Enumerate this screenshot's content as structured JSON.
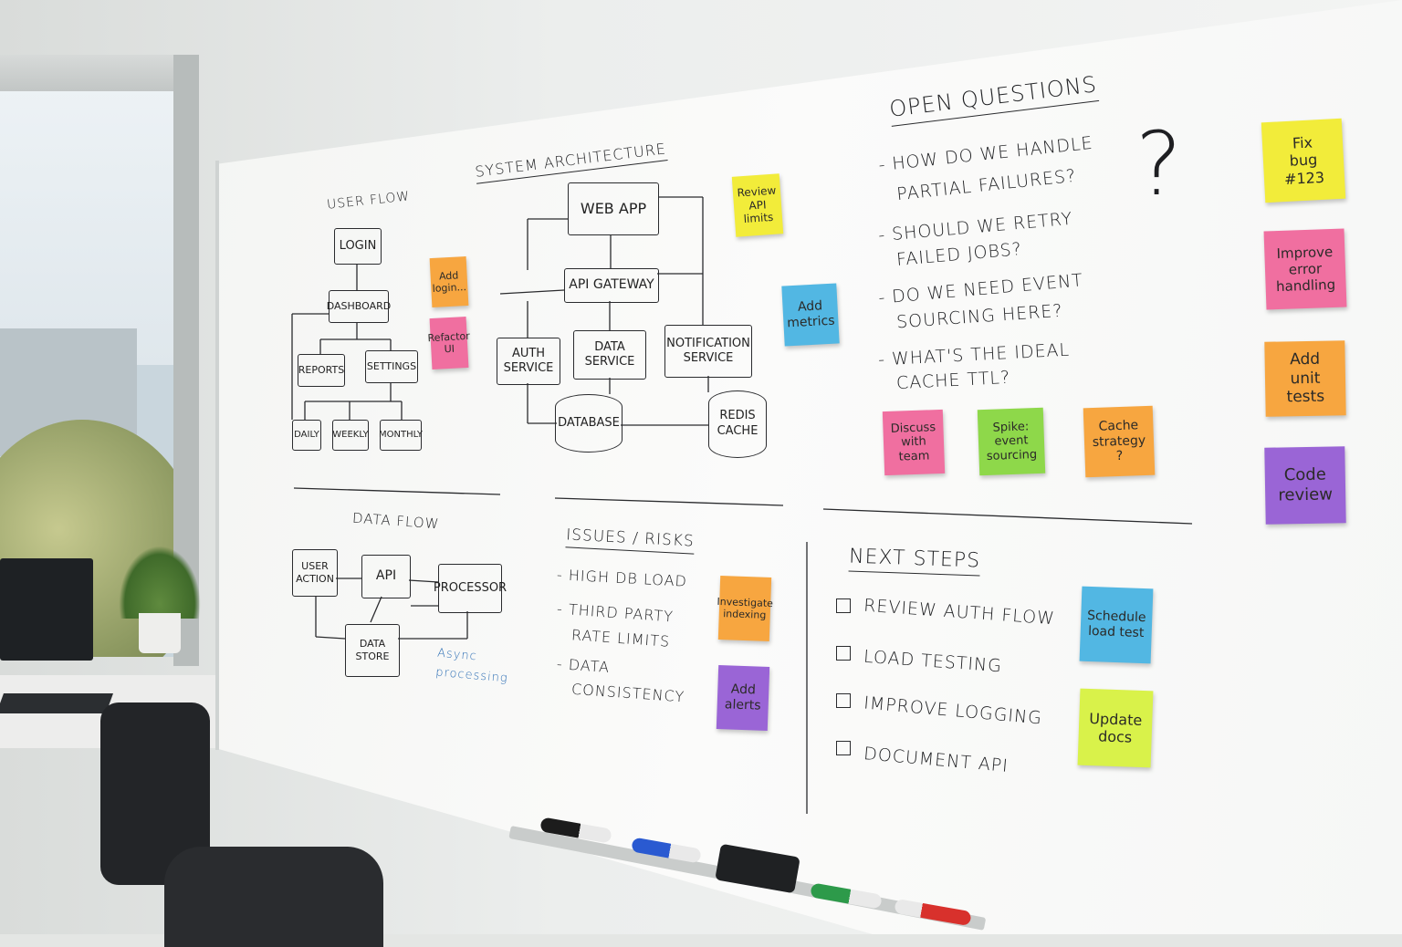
{
  "colors": {
    "note_yellow": "#f2ec3a",
    "note_orange": "#f7a640",
    "note_pink": "#f06fa0",
    "note_blue": "#52b7e3",
    "note_green": "#8ed84a",
    "note_purple": "#9a65d6",
    "note_lime": "#d9f24a",
    "marker_black": "#1c1c1c",
    "marker_blue": "#2a5ad1",
    "marker_green": "#2d9a4a",
    "marker_red": "#d8312c",
    "async_text": "#2e6fb5"
  },
  "user_flow": {
    "title": "USER FLOW",
    "login": "LOGIN",
    "dashboard": "DASHBOARD",
    "reports": "REPORTS",
    "settings": "SETTINGS",
    "daily": "DAILY",
    "weekly": "WEEKLY",
    "monthly": "MONTHLY",
    "note_add_login": "Add\nlogin...",
    "note_refactor_ui": "Refactor\nUI"
  },
  "architecture": {
    "title": "SYSTEM ARCHITECTURE",
    "web_app": "WEB APP",
    "api_gateway": "API GATEWAY",
    "auth_service": "AUTH SERVICE",
    "data_service": "DATA SERVICE",
    "notification_service": "NOTIFICATION SERVICE",
    "database": "DATABASE",
    "redis_cache": "REDIS CACHE",
    "note_review_api": "Review\nAPI\nlimits",
    "note_add_metrics": "Add\nmetrics"
  },
  "open_questions": {
    "title": "OPEN QUESTIONS",
    "q1_line1": "- HOW DO WE HANDLE",
    "q1_line2": "PARTIAL FAILURES?",
    "q2_line1": "- SHOULD WE RETRY",
    "q2_line2": "FAILED JOBS?",
    "q3_line1": "- DO WE NEED EVENT",
    "q3_line2": "SOURCING HERE?",
    "q4_line1": "- WHAT'S THE IDEAL",
    "q4_line2": "CACHE TTL?",
    "question_mark": "?",
    "note_discuss": "Discuss\nwith team",
    "note_spike": "Spike:\nevent\nsourcing",
    "note_cache": "Cache\nstrategy\n?"
  },
  "side_notes": {
    "fix_bug": "Fix\nbug\n#123",
    "improve_error": "Improve\nerror\nhandling",
    "add_unit_tests": "Add\nunit\ntests",
    "code_review": "Code\nreview"
  },
  "data_flow": {
    "title": "DATA FLOW",
    "user_action": "USER ACTION",
    "api": "API",
    "processor": "PROCESSOR",
    "data_store": "DATA STORE",
    "async": "Async\nprocessing"
  },
  "issues": {
    "title": "ISSUES / RISKS",
    "i1": "- HIGH DB LOAD",
    "i2_line1": "- THIRD PARTY",
    "i2_line2": "RATE LIMITS",
    "i3_line1": "- DATA",
    "i3_line2": "CONSISTENCY",
    "note_investigate": "Investigate\nindexing",
    "note_add_alerts": "Add\nalerts"
  },
  "next_steps": {
    "title": "NEXT STEPS",
    "s1": "REVIEW AUTH FLOW",
    "s2": "LOAD TESTING",
    "s3": "IMPROVE LOGGING",
    "s4": "DOCUMENT API",
    "note_schedule": "Schedule\nload test",
    "note_update_docs": "Update\ndocs"
  }
}
